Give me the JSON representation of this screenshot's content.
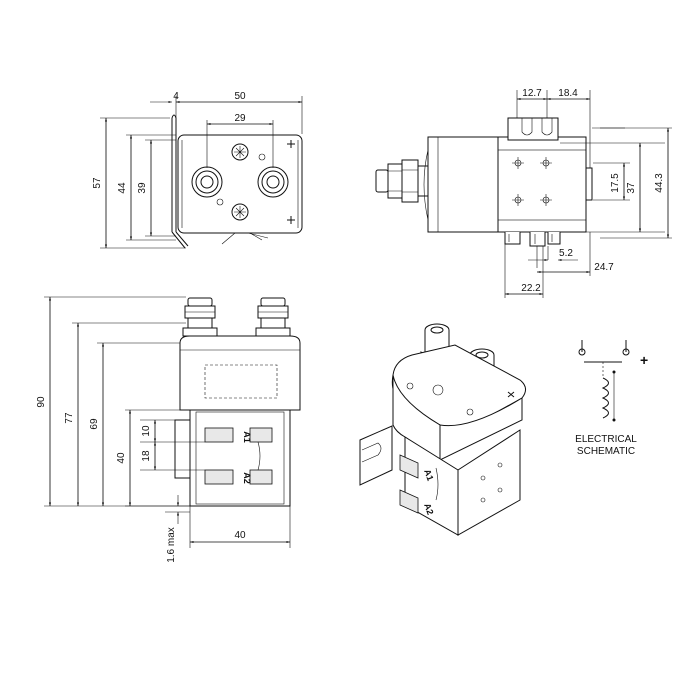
{
  "top_view": {
    "dims": {
      "d4": "4",
      "d50": "50",
      "d29": "29",
      "d57": "57",
      "d44": "44",
      "d39": "39"
    }
  },
  "side_view": {
    "dims": {
      "d12_7": "12.7",
      "d18_4": "18.4",
      "d17_5": "17.5",
      "d37": "37",
      "d44_3": "44.3",
      "d5_2": "5.2",
      "d24_7": "24.7",
      "d22_2": "22.2"
    }
  },
  "front_view": {
    "dims": {
      "d90": "90",
      "d77": "77",
      "d69": "69",
      "d40v": "40",
      "d10": "10",
      "d18": "18",
      "d1_6": "1.6 max",
      "d40h": "40"
    },
    "terminals": {
      "a1": "A1",
      "a2": "A2"
    }
  },
  "iso_view": {
    "terminals": {
      "a1": "A1",
      "a2": "A2"
    }
  },
  "schematic": {
    "caption_line1": "ELECTRICAL",
    "caption_line2": "SCHEMATIC",
    "plus_sign": "+"
  }
}
